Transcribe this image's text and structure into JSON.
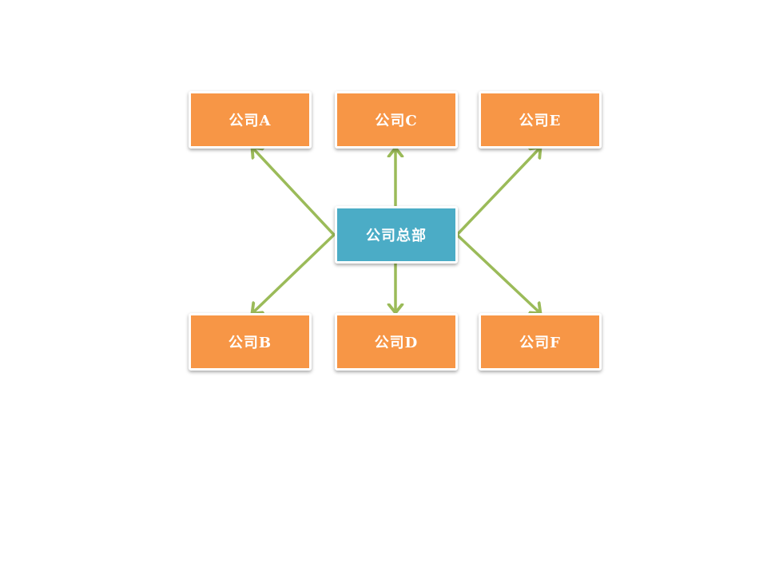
{
  "colors": {
    "hq_fill": "#4BACC6",
    "sub_fill": "#F79646",
    "connector": "#9BBB59",
    "border": "#FFFFFF"
  },
  "hq": {
    "label": "公司总部"
  },
  "companies": {
    "a": {
      "label": "公司A"
    },
    "b": {
      "label": "公司B"
    },
    "c": {
      "label": "公司C"
    },
    "d": {
      "label": "公司D"
    },
    "e": {
      "label": "公司E"
    },
    "f": {
      "label": "公司F"
    }
  }
}
